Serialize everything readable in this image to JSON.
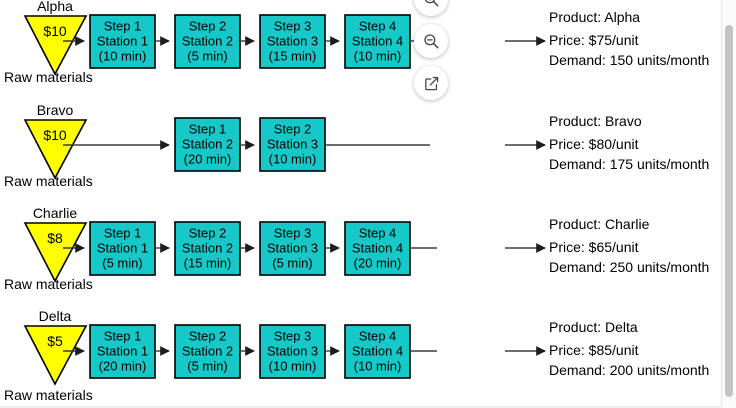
{
  "diagram": {
    "type": "process-flow",
    "node_fill": "#17c8c8",
    "node_stroke": "#000000",
    "source_fill": "#ffff00",
    "edge_color": "#3b3b3b",
    "raw_materials_label": "Raw materials",
    "rows": [
      {
        "id": "alpha",
        "source_label": "Alpha",
        "source_cost": "$10",
        "raw_label": "Raw materials",
        "steps": [
          {
            "step": "Step 1",
            "station": "Station 1",
            "time": "(10 min)"
          },
          {
            "step": "Step 2",
            "station": "Station 2",
            "time": "(5 min)"
          },
          {
            "step": "Step 3",
            "station": "Station 3",
            "time": "(15 min)"
          },
          {
            "step": "Step 4",
            "station": "Station 4",
            "time": "(10 min)"
          }
        ],
        "output": {
          "product": "Product: Alpha",
          "price": "Price: $75/unit",
          "demand": "Demand: 150 units/month"
        }
      },
      {
        "id": "bravo",
        "source_label": "Bravo",
        "source_cost": "$10",
        "raw_label": "Raw materials",
        "steps": [
          {
            "step": "Step 1",
            "station": "Station 2",
            "time": "(20 min)"
          },
          {
            "step": "Step 2",
            "station": "Station 3",
            "time": "(10 min)"
          }
        ],
        "output": {
          "product": "Product: Bravo",
          "price": "Price: $80/unit",
          "demand": "Demand: 175 units/month"
        }
      },
      {
        "id": "charlie",
        "source_label": "Charlie",
        "source_cost": "$8",
        "raw_label": "Raw materials",
        "steps": [
          {
            "step": "Step 1",
            "station": "Station 1",
            "time": "(5 min)"
          },
          {
            "step": "Step 2",
            "station": "Station 2",
            "time": "(15 min)"
          },
          {
            "step": "Step 3",
            "station": "Station 3",
            "time": "(5 min)"
          },
          {
            "step": "Step 4",
            "station": "Station 4",
            "time": "(20 min)"
          }
        ],
        "output": {
          "product": "Product: Charlie",
          "price": "Price: $65/unit",
          "demand": "Demand: 250 units/month"
        }
      },
      {
        "id": "delta",
        "source_label": "Delta",
        "source_cost": "$5",
        "raw_label": "Raw materials",
        "steps": [
          {
            "step": "Step 1",
            "station": "Station 1",
            "time": "(20 min)"
          },
          {
            "step": "Step 2",
            "station": "Station 2",
            "time": "(5 min)"
          },
          {
            "step": "Step 3",
            "station": "Station 3",
            "time": "(10 min)"
          },
          {
            "step": "Step 4",
            "station": "Station 4",
            "time": "(10 min)"
          }
        ],
        "output": {
          "product": "Product: Delta",
          "price": "Price: $85/unit",
          "demand": "Demand: 200 units/month"
        }
      }
    ]
  },
  "controls": [
    {
      "name": "zoom-in-icon",
      "title": "Zoom in"
    },
    {
      "name": "zoom-out-icon",
      "title": "Zoom out"
    },
    {
      "name": "open-external-icon",
      "title": "Open in new window"
    }
  ]
}
